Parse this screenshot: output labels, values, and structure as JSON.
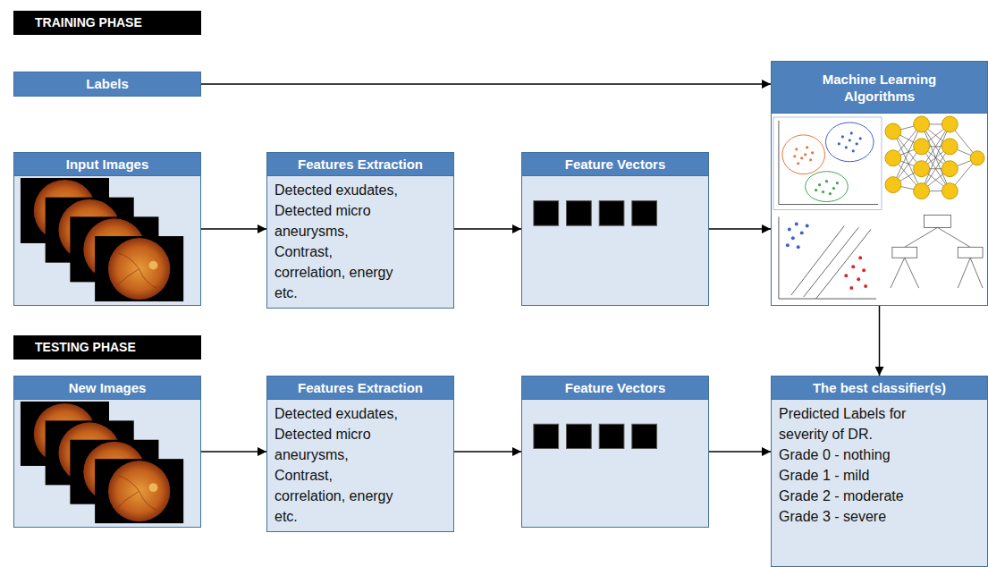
{
  "diagram": {
    "nodes": [
      {
        "text": [
          "TRAINING PHASE"
        ]
      },
      {
        "text": [
          "Labels"
        ]
      },
      {
        "text": [
          "Input Images"
        ]
      },
      {
        "text": [
          "Features Extraction",
          "Detected exudates, Detected micro aneurysms, Contrast, correlation, energy etc."
        ]
      },
      {
        "text": [
          "Feature Vectors"
        ]
      },
      {
        "text": [
          "Machine Learning Algorithms"
        ]
      },
      {
        "text": [
          "TESTING PHASE"
        ]
      },
      {
        "text": [
          "New Images"
        ]
      },
      {
        "text": [
          "Features Extraction",
          "Detected exudates, Detected micro aneurysms, Contrast, correlation, energy etc."
        ]
      },
      {
        "text": [
          "Feature Vectors"
        ]
      },
      {
        "text": [
          "The best classifier(s)",
          "Predicted Labels for severity of DR.",
          "Grade 0 - nothing",
          "Grade 1 - mild",
          "Grade 2 - moderate",
          "Grade 3 - severe"
        ]
      }
    ],
    "edges": [
      {
        "from": 1,
        "to": 5,
        "arrow": "to"
      },
      {
        "from": 2,
        "to": 3,
        "arrow": "to"
      },
      {
        "from": 3,
        "to": 4,
        "arrow": "to"
      },
      {
        "from": 4,
        "to": 5,
        "arrow": "to"
      },
      {
        "from": 5,
        "to": 10,
        "arrow": "to"
      },
      {
        "from": 7,
        "to": 8,
        "arrow": "to"
      },
      {
        "from": 8,
        "to": 9,
        "arrow": "to"
      },
      {
        "from": 9,
        "to": 10,
        "arrow": "to"
      }
    ]
  }
}
